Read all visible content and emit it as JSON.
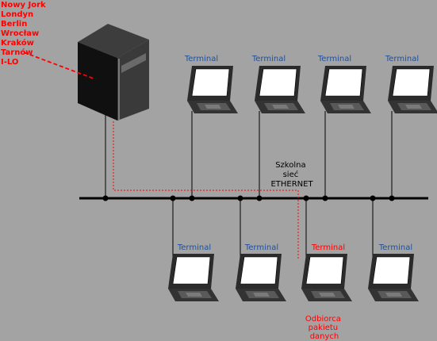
{
  "cities": [
    "Nowy Jork",
    "Londyn",
    "Berlin",
    "Wrocław",
    "Kraków",
    "Tarnów",
    "I-LO"
  ],
  "network": {
    "line1": "Szkolna",
    "line2": "sieć",
    "line3": "ETHERNET"
  },
  "terminals_top": [
    {
      "label": "Terminal"
    },
    {
      "label": "Terminal"
    },
    {
      "label": "Terminal"
    },
    {
      "label": "Terminal"
    }
  ],
  "terminals_bottom": [
    {
      "label": "Terminal",
      "recipient": false
    },
    {
      "label": "Terminal",
      "recipient": false
    },
    {
      "label": "Terminal",
      "recipient": true
    },
    {
      "label": "Terminal",
      "recipient": false
    }
  ],
  "recipient": {
    "line1": "Odbiorca",
    "line2": "pakietu",
    "line3": "danych"
  },
  "colors": {
    "background": "#a3a3a3",
    "terminal_label": "#1f4f9a",
    "highlight": "#ff0000",
    "cable": "#000000",
    "packet_path": "#ff0000"
  }
}
